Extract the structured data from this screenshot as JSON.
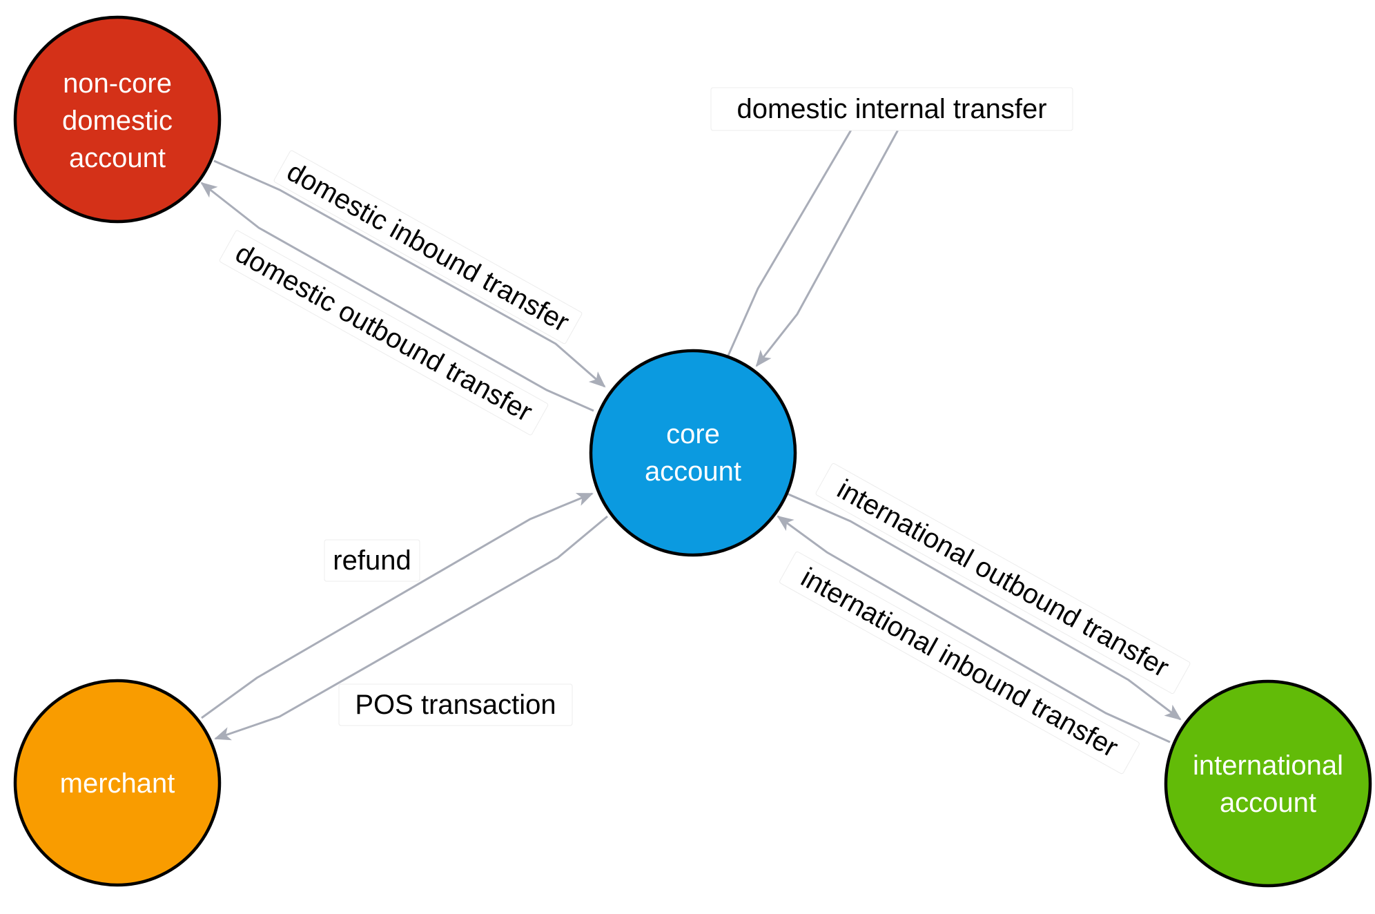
{
  "nodes": {
    "non_core": {
      "label_lines": [
        "non-core",
        "domestic",
        "account"
      ],
      "color": "#d43118"
    },
    "core": {
      "label_lines": [
        "core",
        "account"
      ],
      "color": "#0b9ae0"
    },
    "merchant": {
      "label_lines": [
        "merchant"
      ],
      "color": "#f99c00"
    },
    "international": {
      "label_lines": [
        "international",
        "account"
      ],
      "color": "#62bb08"
    }
  },
  "edges": {
    "domestic_internal": {
      "label": "domestic internal transfer"
    },
    "domestic_inbound": {
      "label": "domestic inbound transfer"
    },
    "domestic_outbound": {
      "label": "domestic outbound transfer"
    },
    "refund": {
      "label": "refund"
    },
    "pos": {
      "label": "POS transaction"
    },
    "intl_outbound": {
      "label": "international outbound transfer"
    },
    "intl_inbound": {
      "label": "international inbound transfer"
    }
  },
  "colors": {
    "edge": "#a9adb8",
    "node_border": "#000000",
    "node_text": "#ffffff"
  }
}
